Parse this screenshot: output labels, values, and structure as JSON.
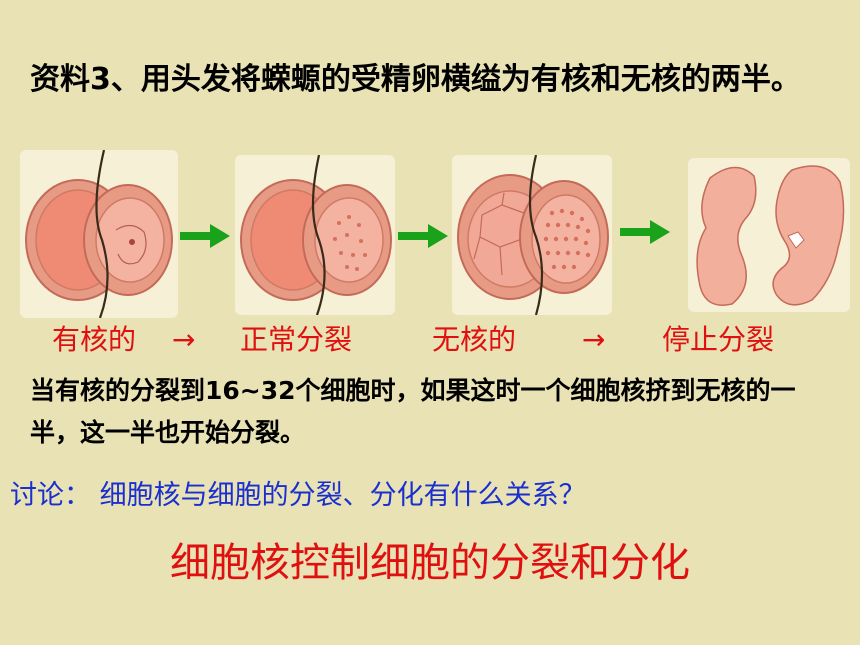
{
  "intro": "资料3、用头发将蝾螈的受精卵横缢为有核和无核的两半。",
  "figure_labels": [
    "有核的",
    "→",
    "正常分裂",
    "无核的",
    "→",
    "停止分裂"
  ],
  "paragraph": "当有核的分裂到16~32个细胞时，如果这时一个细胞核挤到无核的一半，这一半也开始分裂。",
  "discussion": "讨论：  细胞核与细胞的分裂、分化有什么关系？",
  "conclusion": "细胞核控制细胞的分裂和分化",
  "colors": {
    "background": "#e8e2b4",
    "label_red": "#e01010",
    "discussion_blue": "#1a2fd0",
    "arrow_green": "#1aa31a",
    "cell_pink": "#e9907c"
  }
}
